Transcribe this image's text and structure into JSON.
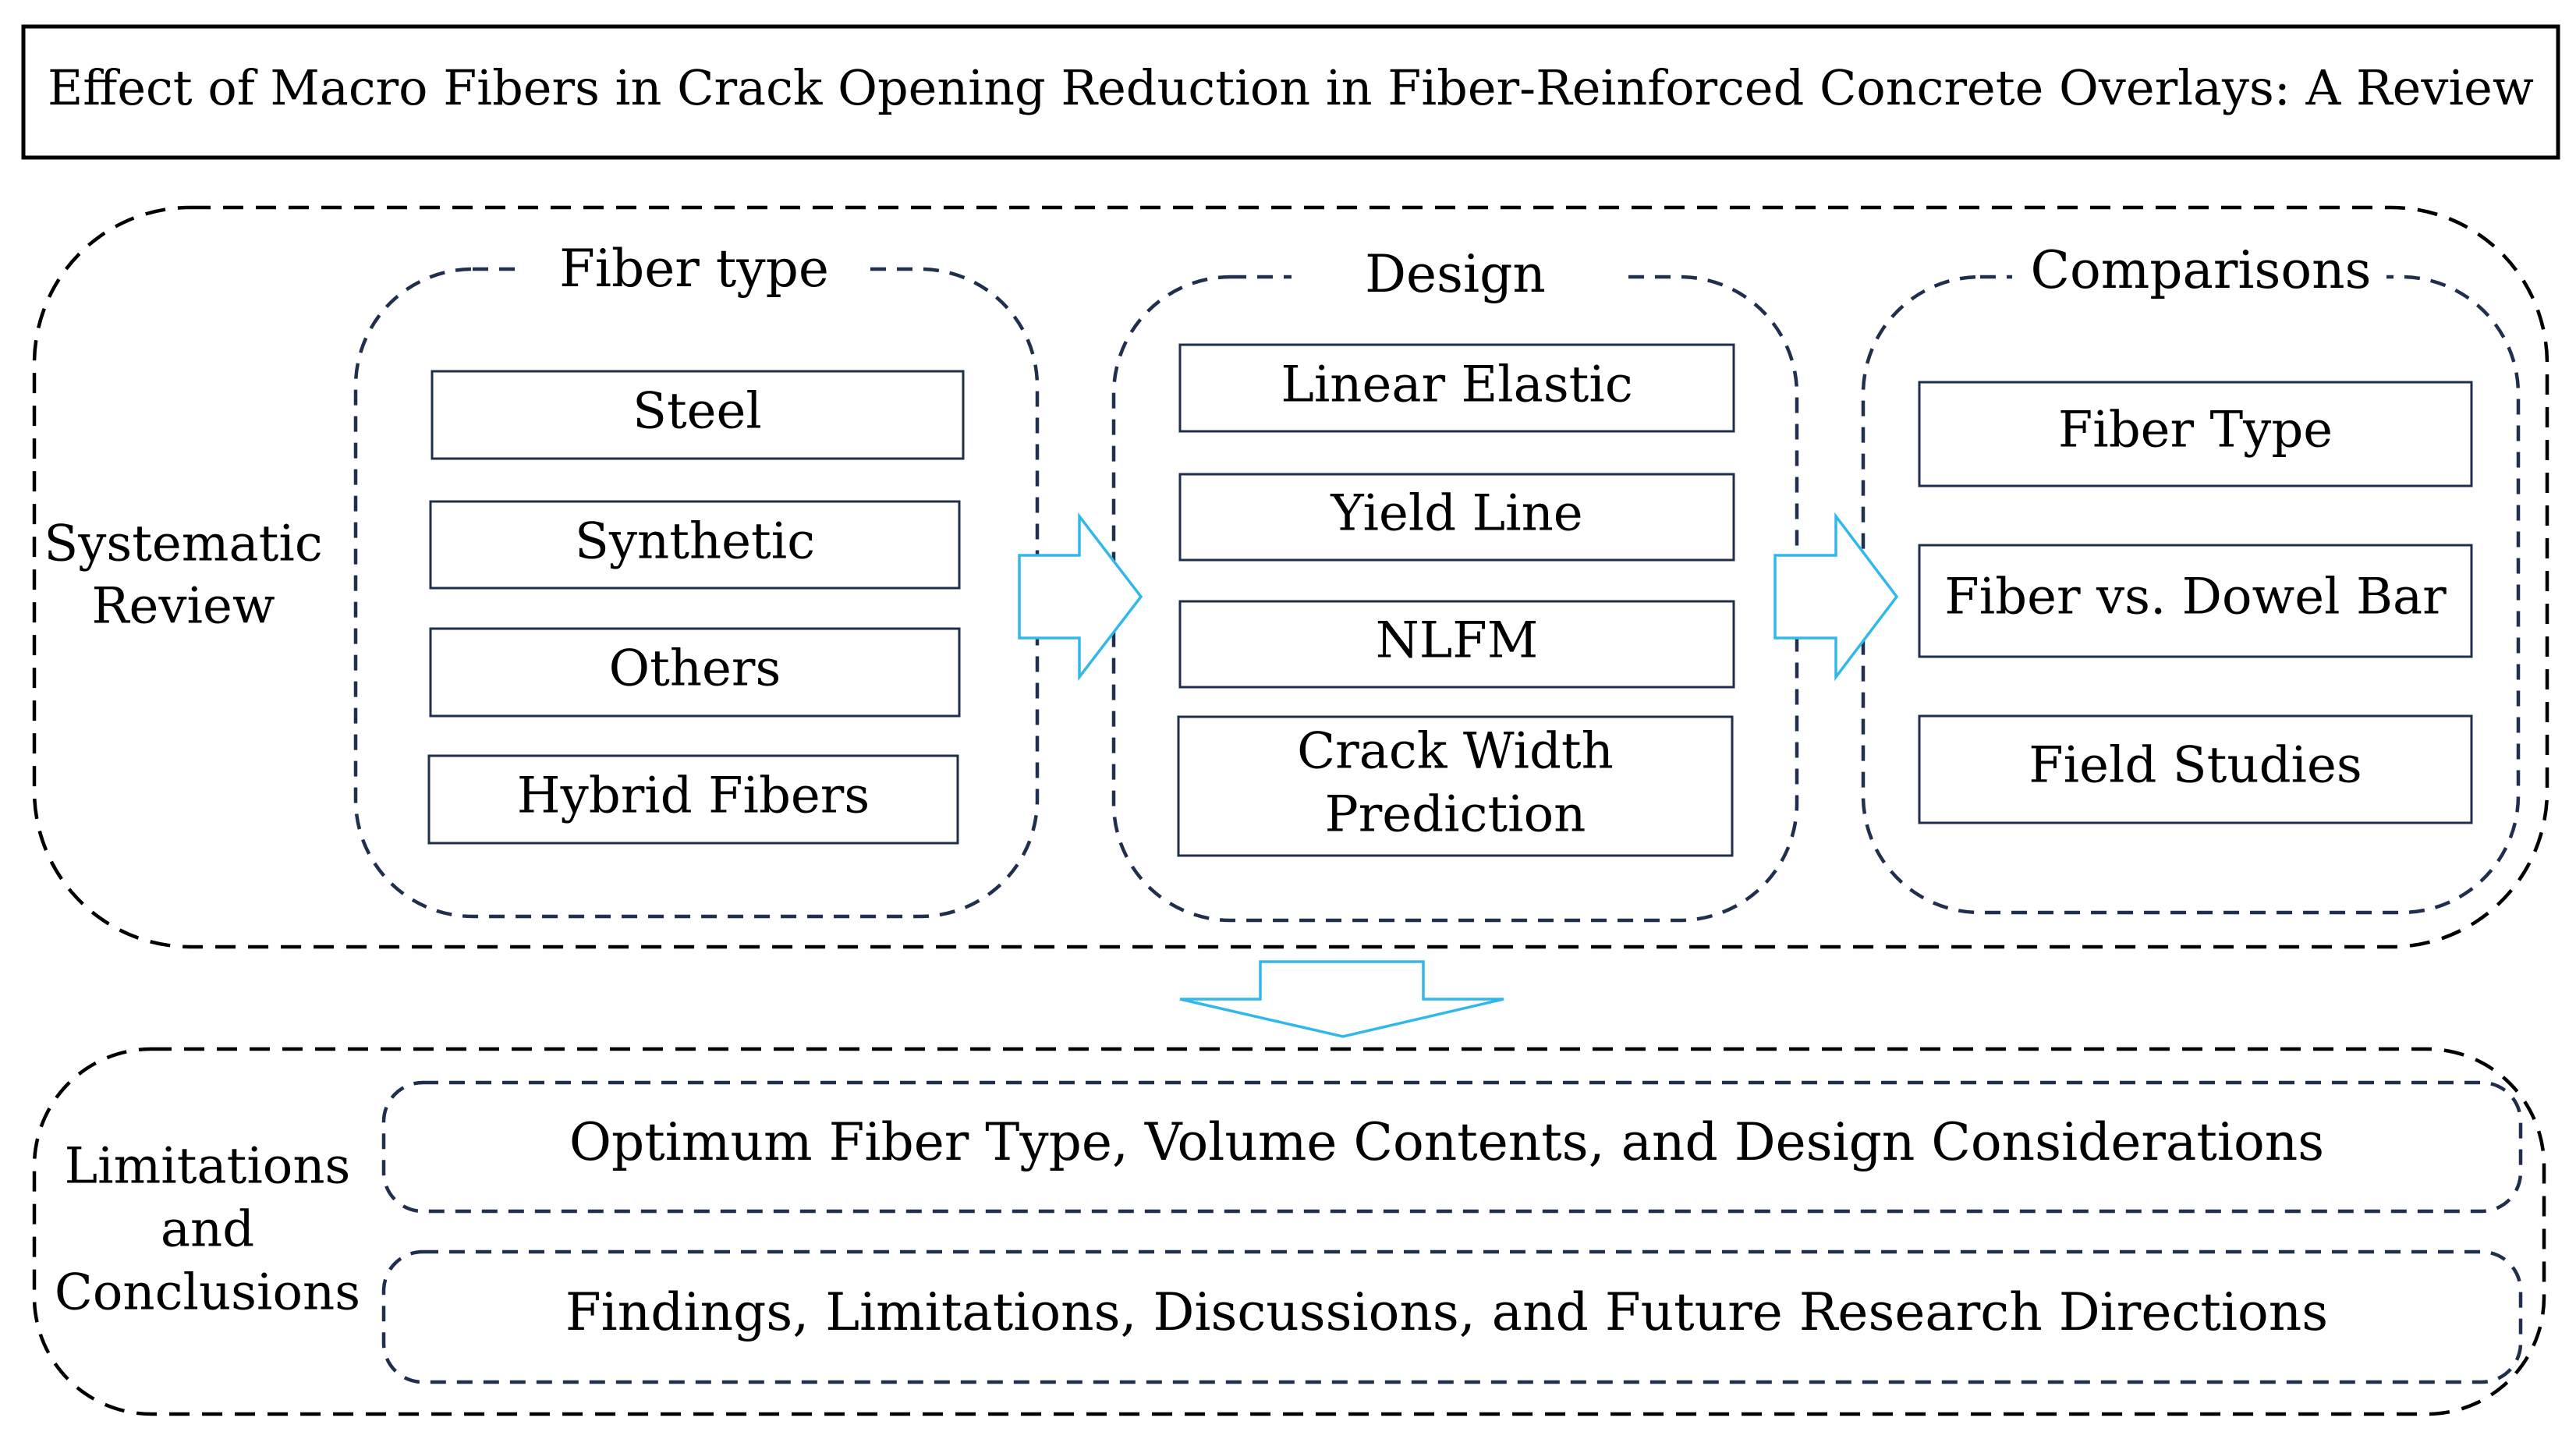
{
  "title": "Effect of Macro Fibers in Crack Opening Reduction in Fiber-Reinforced Concrete Overlays: A Review",
  "systematic_review": {
    "label_lines": [
      "Systematic",
      "Review"
    ],
    "groups": [
      {
        "title": "Fiber type",
        "items": [
          "Steel",
          "Synthetic",
          "Others",
          "Hybrid Fibers"
        ]
      },
      {
        "title": "Design",
        "items": [
          "Linear Elastic",
          "Yield Line",
          "NLFM",
          "Crack Width",
          "Prediction"
        ]
      },
      {
        "title": "Comparisons",
        "items": [
          "Fiber Type",
          "Fiber vs. Dowel Bar",
          "Field Studies"
        ]
      }
    ]
  },
  "limitations": {
    "label_lines": [
      "Limitations",
      "and",
      "Conclusions"
    ],
    "boxes": [
      "Optimum Fiber Type, Volume Contents, and Design Considerations",
      "Findings, Limitations, Discussions, and Future Research Directions"
    ]
  },
  "colors": {
    "arrow_outline": "#31b8ea",
    "group_border": "#1f2f4d",
    "outer_border": "#000000"
  }
}
